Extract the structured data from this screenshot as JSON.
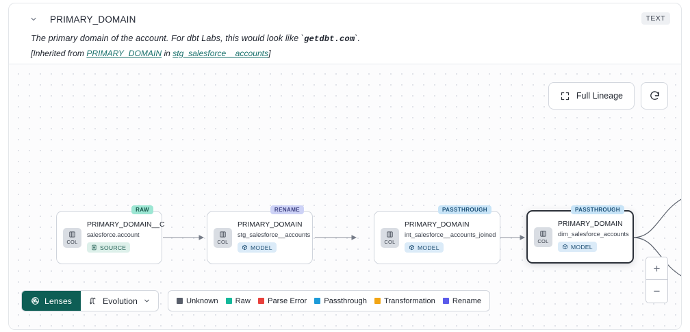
{
  "header": {
    "chevron_icon": "chevron-down-icon",
    "title": "PRIMARY_DOMAIN",
    "type_badge": "TEXT",
    "description_prefix": "The primary domain of the account. For dbt Labs, this would look like `",
    "description_code": "getdbt.com",
    "description_suffix": "`.",
    "inherited_prefix": "[Inherited from ",
    "inherited_link": "PRIMARY_DOMAIN",
    "inherited_mid": " in ",
    "inherited_source": "stg_salesforce__accounts",
    "inherited_suffix": "]"
  },
  "canvas": {
    "full_lineage_label": "Full Lineage",
    "full_lineage_icon": "expand-icon",
    "refresh_icon": "refresh-icon",
    "zoom_in_label": "+",
    "zoom_out_label": "−"
  },
  "nodes": [
    {
      "kind": "RAW",
      "kind_class": "raw",
      "title": "PRIMARY_DOMAIN__C",
      "subtitle": "salesforce.account",
      "col_label": "COL",
      "type_label": "SOURCE",
      "type_class": "source",
      "type_icon": "database-icon",
      "selected": false
    },
    {
      "kind": "RENAME",
      "kind_class": "rename",
      "title": "PRIMARY_DOMAIN",
      "subtitle": "stg_salesforce__accounts",
      "col_label": "COL",
      "type_label": "MODEL",
      "type_class": "model",
      "type_icon": "cube-icon",
      "selected": false
    },
    {
      "kind": "PASSTHROUGH",
      "kind_class": "passthrough",
      "title": "PRIMARY_DOMAIN",
      "subtitle": "int_salesforce__accounts_joined",
      "col_label": "COL",
      "type_label": "MODEL",
      "type_class": "model",
      "type_icon": "cube-icon",
      "selected": false
    },
    {
      "kind": "PASSTHROUGH",
      "kind_class": "passthrough",
      "title": "PRIMARY_DOMAIN",
      "subtitle": "dim_salesforce_accounts",
      "col_label": "COL",
      "type_label": "MODEL",
      "type_class": "model",
      "type_icon": "cube-icon",
      "selected": true
    }
  ],
  "toolbar": {
    "lenses_label": "Lenses",
    "lenses_icon": "aperture-icon",
    "evolution_label": "Evolution",
    "evolution_icon": "flow-arrows-icon",
    "evolution_chevron": "chevron-down-icon"
  },
  "legend": {
    "items": [
      {
        "label": "Unknown",
        "color": "#595f6b"
      },
      {
        "label": "Raw",
        "color": "#14b89a"
      },
      {
        "label": "Parse Error",
        "color": "#e8413c"
      },
      {
        "label": "Passthrough",
        "color": "#1d9bd8"
      },
      {
        "label": "Transformation",
        "color": "#f2a514"
      },
      {
        "label": "Rename",
        "color": "#5b5bea"
      }
    ]
  }
}
